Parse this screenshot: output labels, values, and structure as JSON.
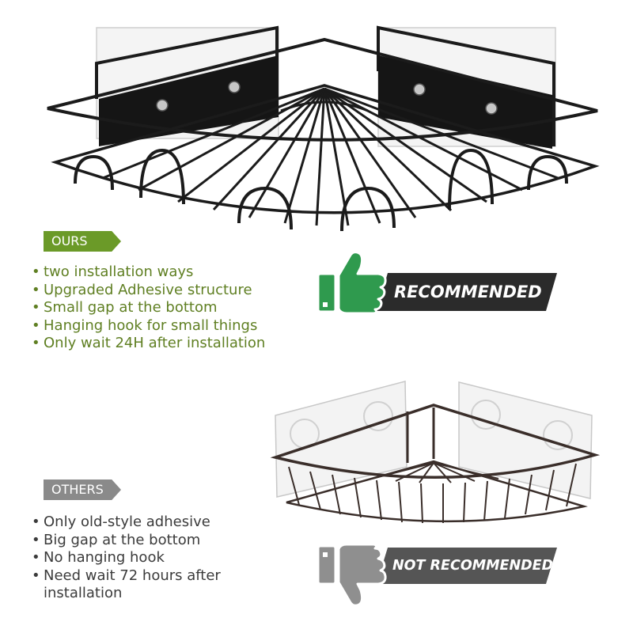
{
  "ours": {
    "tag": "OURS",
    "features": [
      "two installation ways",
      "Upgraded Adhesive structure",
      "Small gap at the bottom",
      "Hanging hook for small things",
      "Only wait 24H after installation"
    ],
    "badge": "RECOMMENDED",
    "icon": "thumbs-up-icon",
    "accent_color": "#6b9a28",
    "badge_icon_color": "#2f9a4e"
  },
  "others": {
    "tag": "OTHERS",
    "features": [
      "Only old-style adhesive",
      "Big gap at the bottom",
      "No hanging hook",
      "Need wait 72 hours after installation"
    ],
    "badge": "NOT RECOMMENDED",
    "icon": "thumbs-down-icon",
    "accent_color": "#8a8a8a"
  }
}
